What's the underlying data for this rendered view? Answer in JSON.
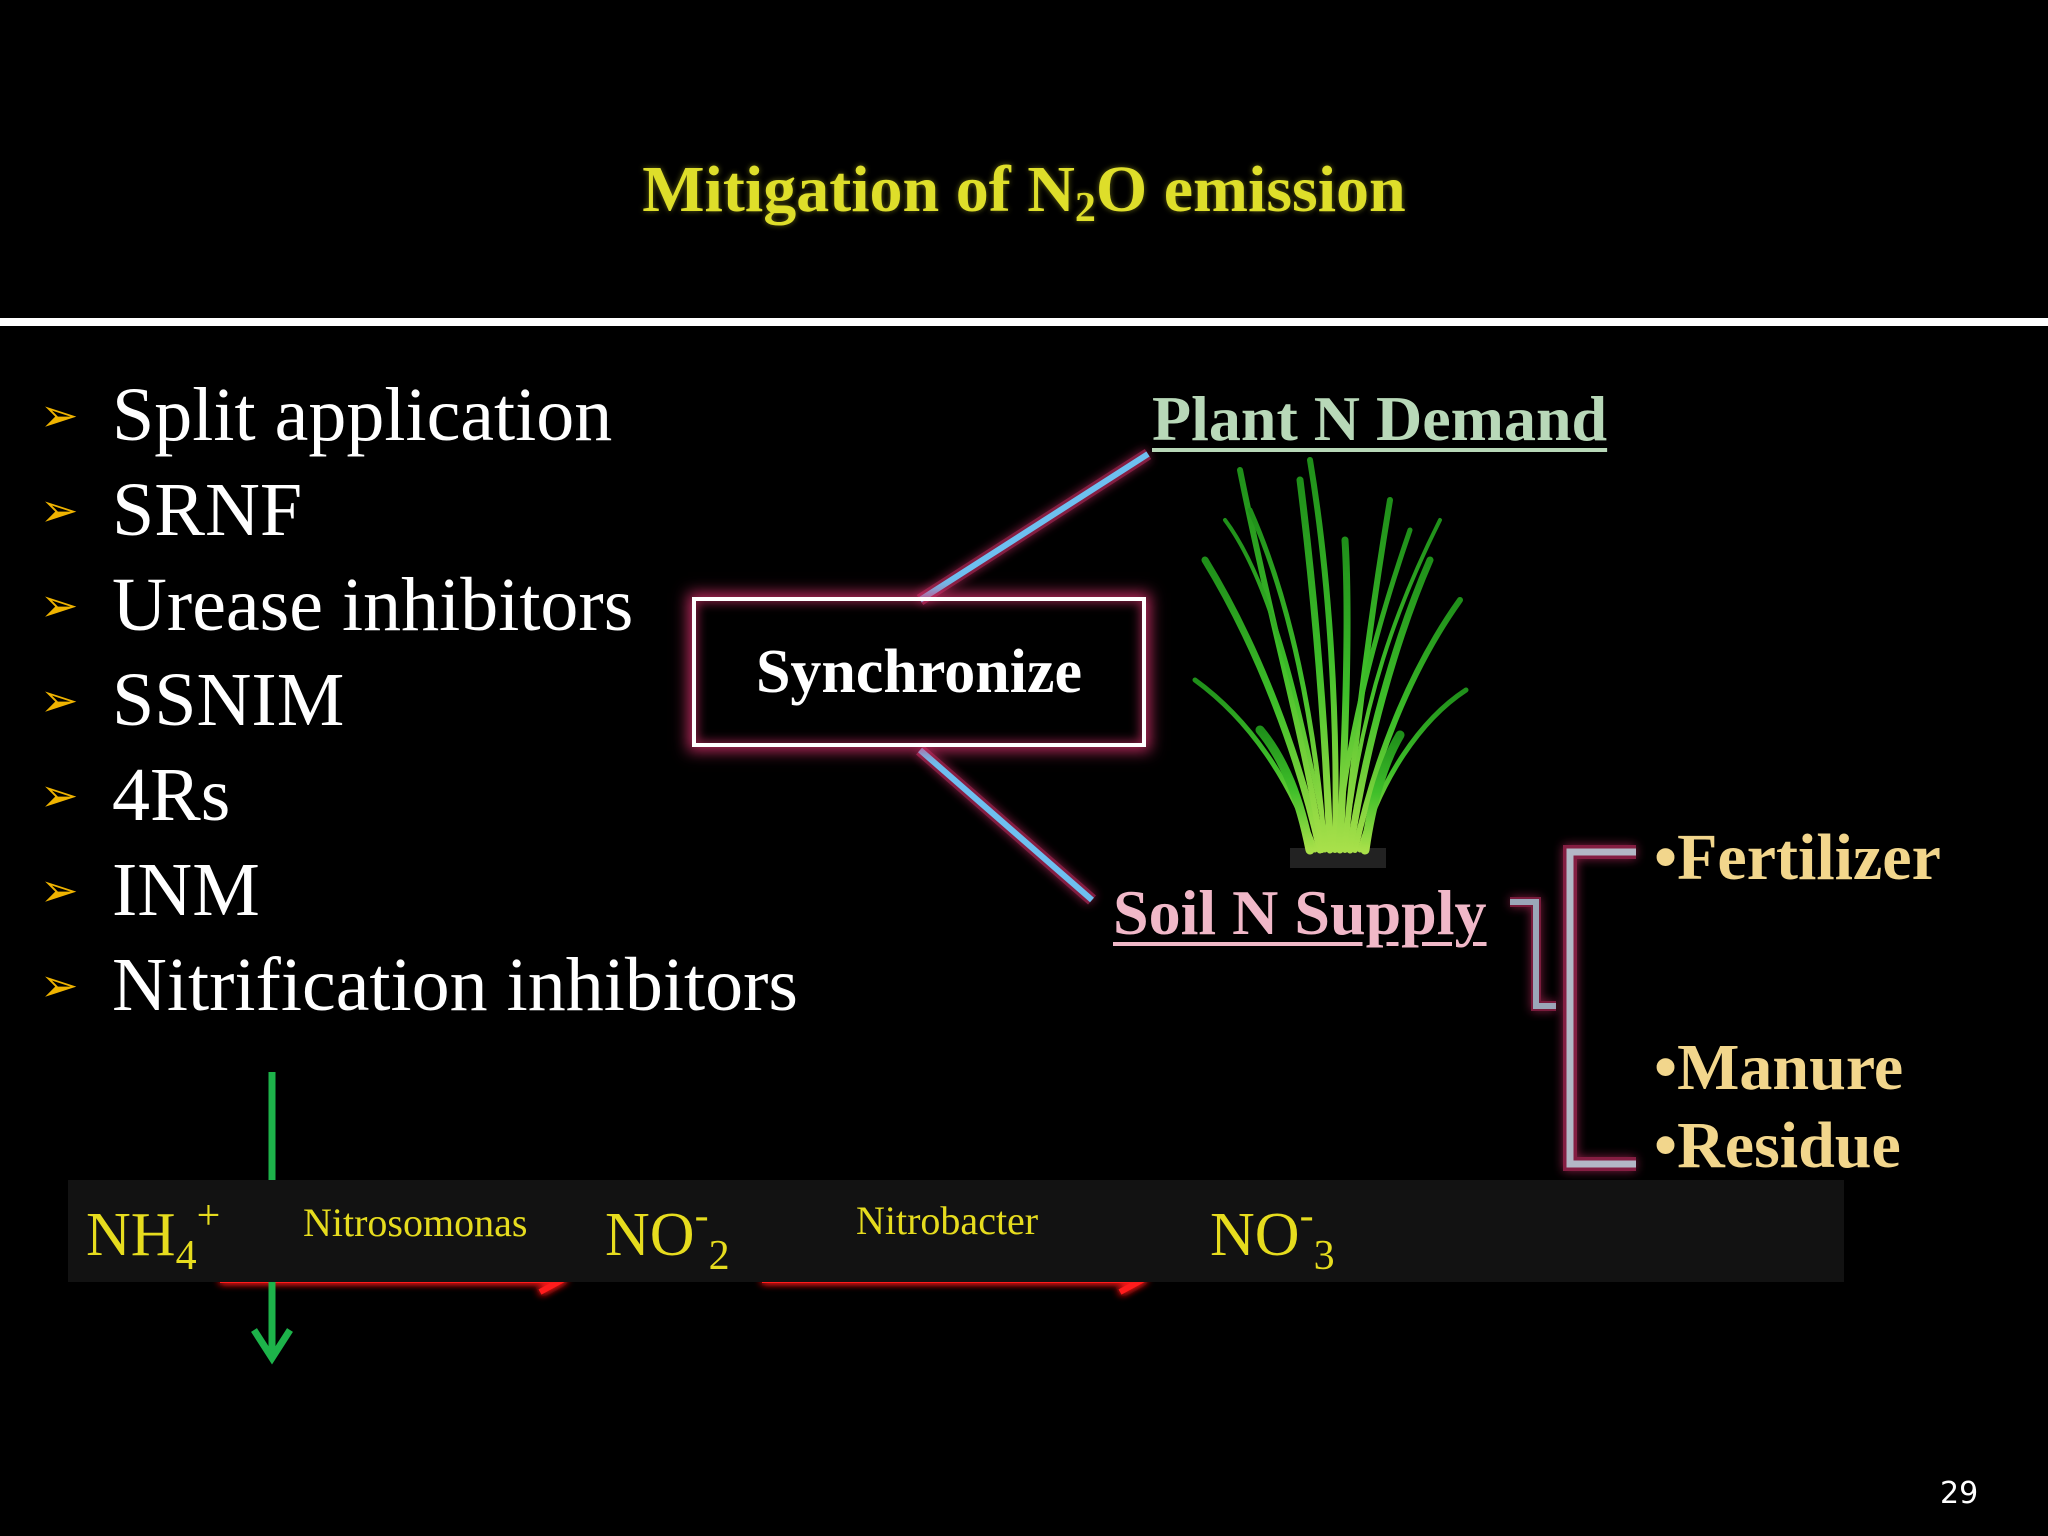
{
  "slide": {
    "title_main": "Mitigation of N",
    "title_sub": "2",
    "title_end": "O emission",
    "page_number": "29"
  },
  "bullets": [
    "Split application",
    "SRNF",
    "Urease inhibitors",
    "SSNIM",
    "4Rs",
    "INM",
    "Nitrification inhibitors"
  ],
  "diagram": {
    "synchronize_label": "Synchronize",
    "plant_demand_label": "Plant N Demand",
    "soil_supply_label": "Soil N Supply",
    "supply_sources": [
      "•Fertilizer",
      "•Manure",
      "•Residue"
    ],
    "plant_image_icon": "rice-plant-icon"
  },
  "nitrification": {
    "nh4": {
      "base": "NH",
      "sub": "4",
      "sup": "+"
    },
    "no2": {
      "base": "NO",
      "sup": "-",
      "sub": "2"
    },
    "no3": {
      "base": "NO",
      "sup": "-",
      "sub": "3"
    },
    "step1_organism": "Nitrosomonas",
    "step2_organism": "Nitrobacter"
  },
  "colors": {
    "title": "#dede2a",
    "bullet_arrow": "#f0b400",
    "chemical_text": "#e6dc1e",
    "reaction_arrow": "#ff1a1a",
    "inhibition_arrow": "#1db34a",
    "connector_line": "#6ec0f0",
    "glow": "#dc326e",
    "plant_demand": "#b8d8b8",
    "soil_supply": "#f0b8c8",
    "supply_items": "#f2d68c"
  }
}
